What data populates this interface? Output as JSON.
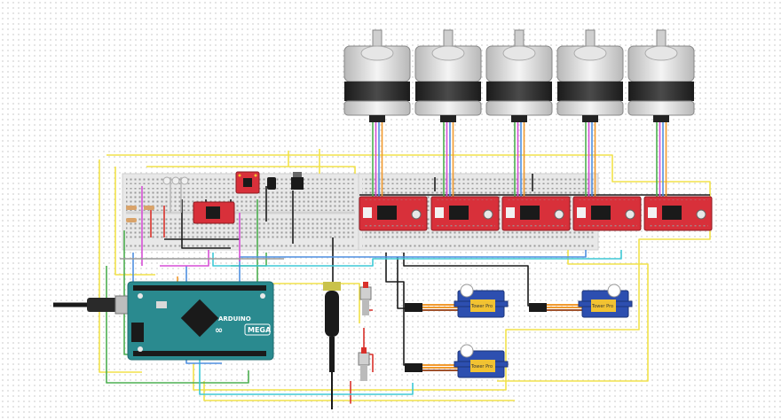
{
  "arduino": {
    "brand": "ARDUINO",
    "model": "MEGA",
    "colors": {
      "board": "#2a8a8f",
      "board_dark": "#1d6a6e"
    }
  },
  "stepper_motors": [
    {
      "id": "stepper-1"
    },
    {
      "id": "stepper-2"
    },
    {
      "id": "stepper-3"
    },
    {
      "id": "stepper-4"
    },
    {
      "id": "stepper-5"
    }
  ],
  "stepper_drivers": [
    {
      "id": "easydriver-1"
    },
    {
      "id": "easydriver-2"
    },
    {
      "id": "easydriver-3"
    },
    {
      "id": "easydriver-4"
    },
    {
      "id": "easydriver-5"
    }
  ],
  "servos": [
    {
      "id": "servo-1",
      "label": "Tower Pro"
    },
    {
      "id": "servo-2",
      "label": "Tower Pro"
    },
    {
      "id": "servo-3",
      "label": "Tower Pro"
    }
  ],
  "push_buttons": [
    {
      "id": "button-1"
    },
    {
      "id": "button-2"
    }
  ],
  "colors": {
    "wire_yellow": "#f2e24a",
    "wire_black": "#1a1a1a",
    "wire_red": "#d9312b",
    "wire_green": "#4caf50",
    "wire_blue": "#4f8fe0",
    "wire_cyan": "#3ec9d6",
    "wire_magenta": "#d64fd6",
    "wire_orange": "#f29a2e",
    "driver_red": "#d8303a",
    "servo_blue": "#2d4fb0",
    "breadboard": "#e9e9e9"
  }
}
